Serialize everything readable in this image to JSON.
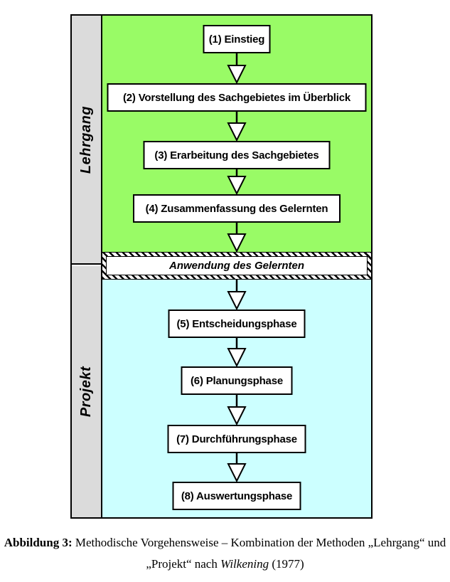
{
  "diagram": {
    "sidebar": {
      "top_label": "Lehrgang",
      "bottom_label": "Projekt"
    },
    "lehrgang_steps": [
      {
        "label": "(1) Einstieg"
      },
      {
        "label": "(2) Vorstellung des Sachgebietes im Überblick"
      },
      {
        "label": "(3) Erarbeitung des Sachgebietes"
      },
      {
        "label": "(4) Zusammenfassung des Gelernten"
      }
    ],
    "transition": {
      "label": "Anwendung des Gelernten"
    },
    "projekt_steps": [
      {
        "label": "(5) Entscheidungsphase"
      },
      {
        "label": "(6) Planungsphase"
      },
      {
        "label": "(7) Durchführungsphase"
      },
      {
        "label": "(8) Auswertungsphase"
      }
    ],
    "colors": {
      "lehrgang_bg": "#99FB66",
      "projekt_bg": "#CCFFFF",
      "sidebar_bg": "#DBDBDB",
      "box_bg": "#FFFFFF",
      "border": "#000000"
    }
  },
  "caption": {
    "label_bold": "Abbildung 3:",
    "line1_rest": " Methodische Vorgehensweise – Kombination der Methoden „Lehrgang“ und",
    "line2_pre": "„Projekt“ nach ",
    "line2_italic": "Wilkening",
    "line2_post": " (1977)"
  }
}
